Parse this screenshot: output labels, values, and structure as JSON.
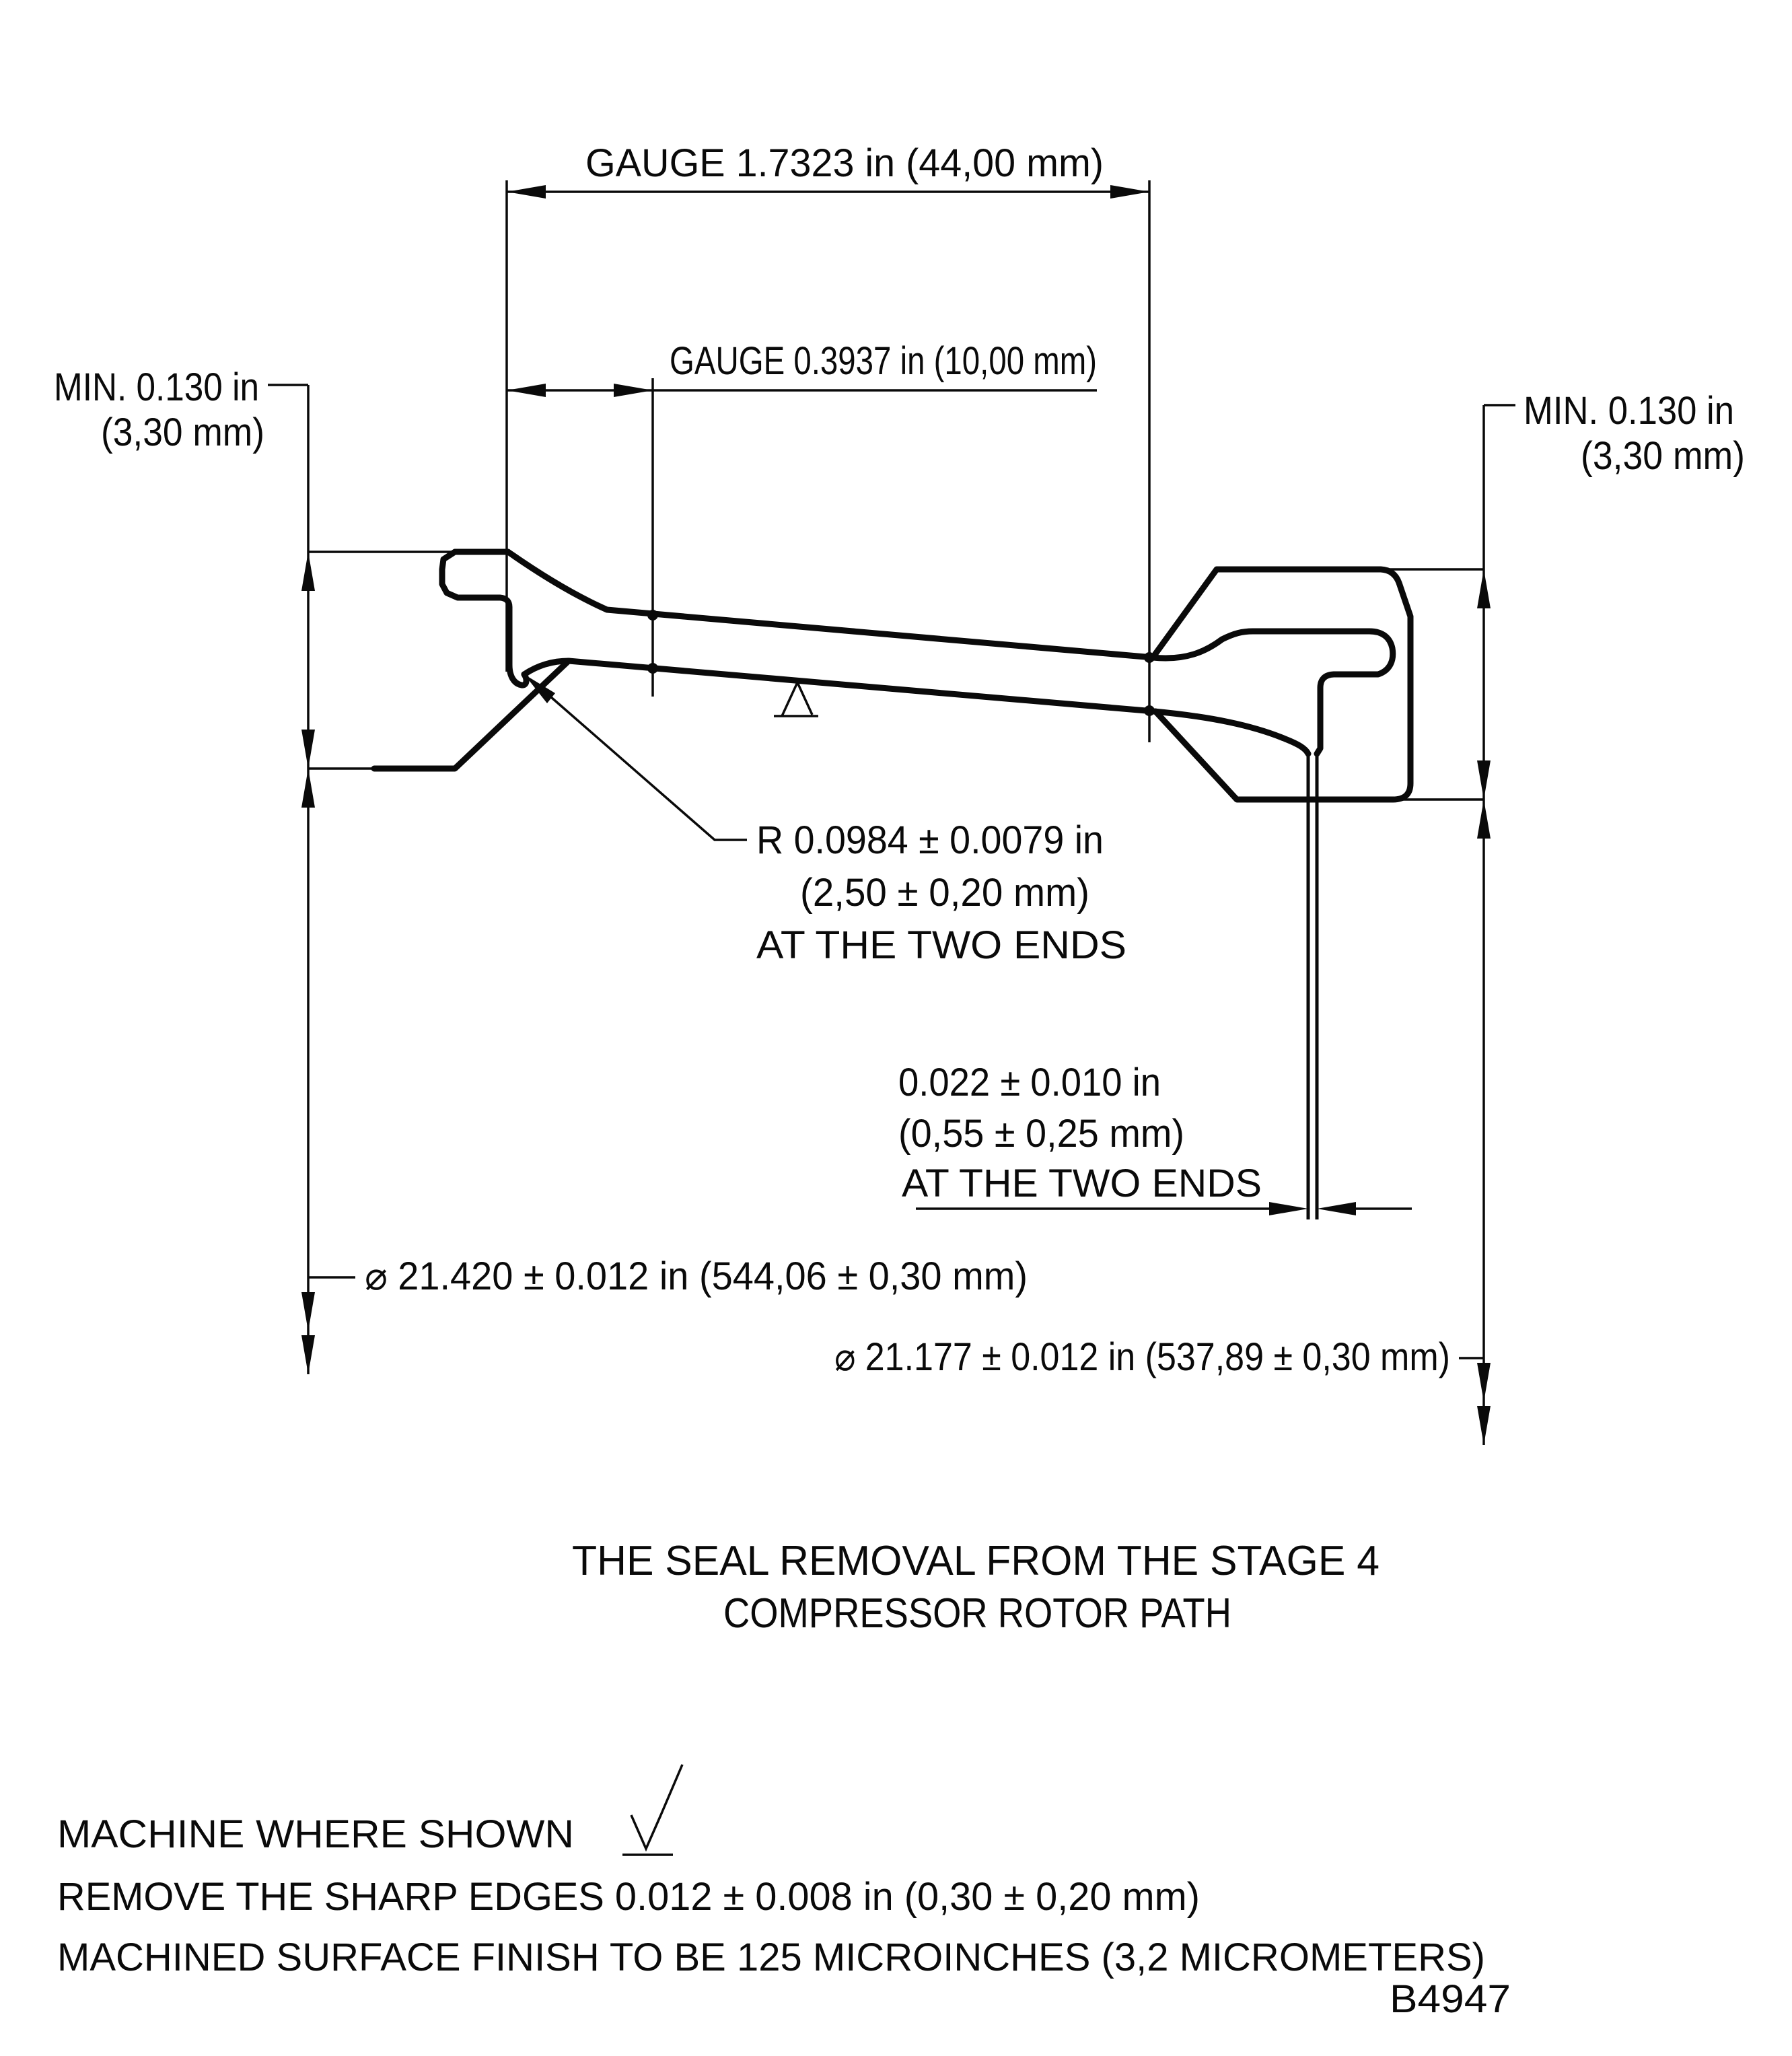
{
  "labels": {
    "gauge_44": "GAUGE 1.7323 in (44,00 mm)",
    "gauge_10": "GAUGE 0.3937 in (10,00 mm)",
    "min_left_1": "MIN. 0.130 in",
    "min_left_2": "(3,30 mm)",
    "min_right_1": "MIN. 0.130 in",
    "min_right_2": "(3,30 mm)",
    "radius_1": "R 0.0984 ± 0.0079 in",
    "radius_2": "(2,50 ± 0,20 mm)",
    "radius_3": "AT THE TWO ENDS",
    "web_1": "0.022 ± 0.010 in",
    "web_2": "(0,55 ± 0,25 mm)",
    "web_3": "AT THE TWO ENDS",
    "dia_outer": "⌀ 21.420 ± 0.012 in (544,06 ± 0,30 mm)",
    "dia_inner": "⌀ 21.177 ± 0.012 in (537,89 ± 0,30 mm)"
  },
  "title": {
    "line1": "THE SEAL REMOVAL FROM THE STAGE 4",
    "line2": "COMPRESSOR ROTOR PATH"
  },
  "notes": {
    "machine": "MACHINE WHERE SHOWN",
    "edges": "REMOVE THE SHARP EDGES 0.012 ± 0.008 in (0,30 ± 0,20 mm)",
    "finish": "MACHINED SURFACE FINISH TO BE 125 MICROINCHES (3,2 MICROMETERS)"
  },
  "drawing_number": "B4947",
  "colors": {
    "ink": "#0a0a0a",
    "background": "#ffffff"
  }
}
